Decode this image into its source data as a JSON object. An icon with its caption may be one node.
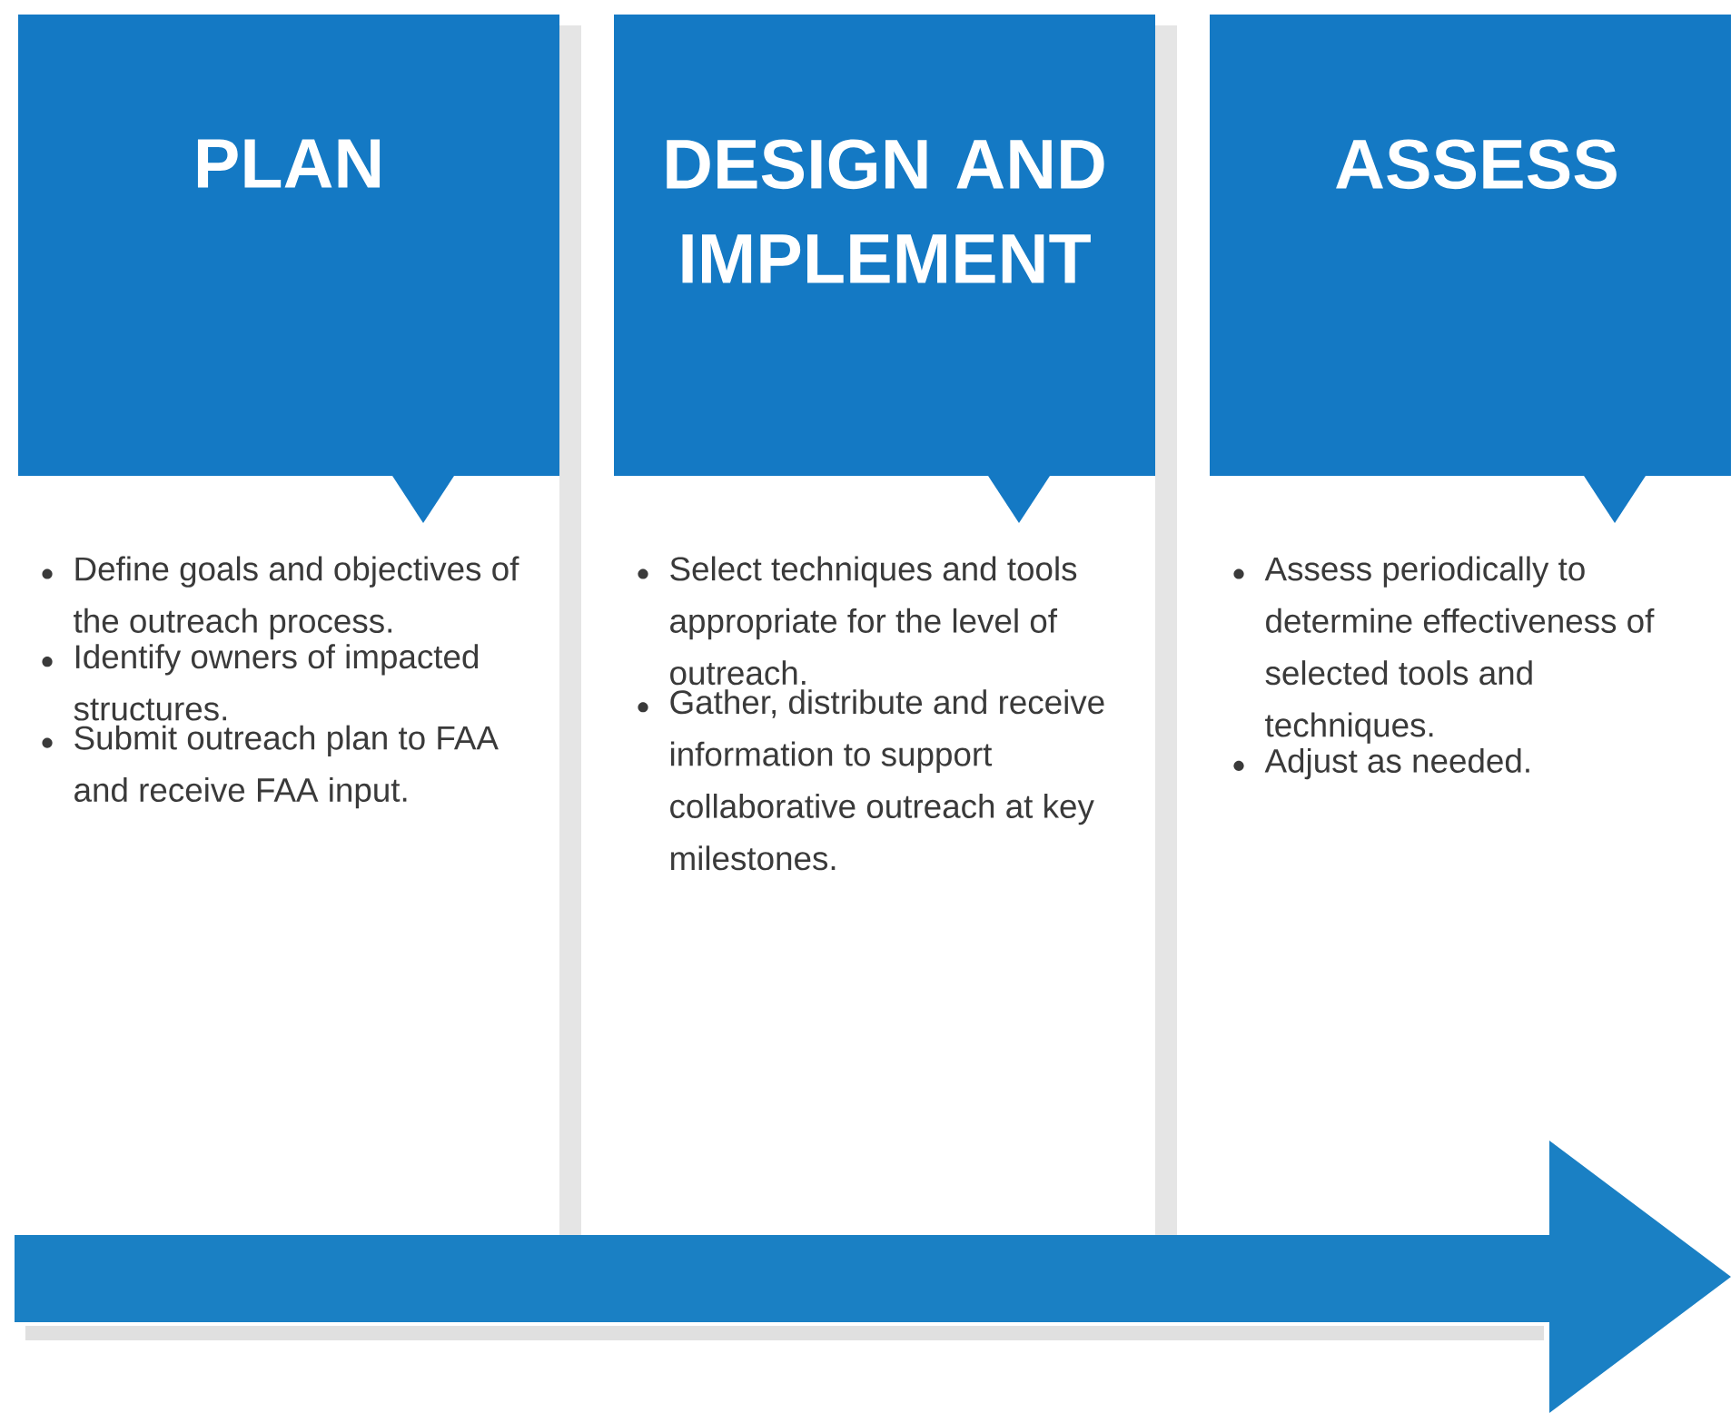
{
  "diagram": {
    "nodes": [
      {
        "text": [
          "PLAN",
          "Define goals and objectives of the outreach process.",
          "Identify owners of impacted structures.",
          "Submit outreach plan to FAA and receive FAA input."
        ]
      },
      {
        "text": [
          "DESIGN AND IMPLEMENT",
          "Select techniques and tools appropriate for the level of outreach.",
          "Gather, distribute and receive information to support collaborative outreach at key milestones."
        ]
      },
      {
        "text": [
          "ASSESS",
          "Assess periodically to determine effectiveness of selected tools and techniques.",
          "Adjust as needed."
        ]
      }
    ]
  }
}
